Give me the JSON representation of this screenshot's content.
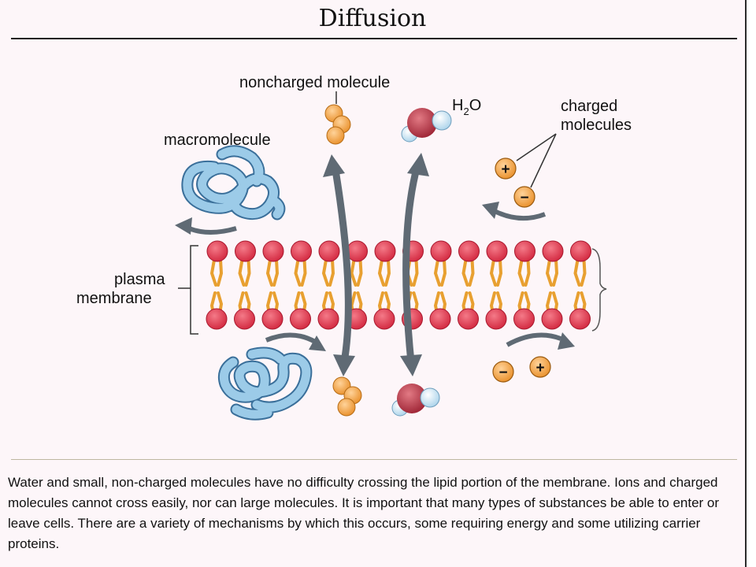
{
  "title": "Diffusion",
  "labels": {
    "noncharged": "noncharged molecule",
    "water_main": "H",
    "water_sub": "2",
    "water_end": "O",
    "charged_line1": "charged",
    "charged_line2": "molecules",
    "macromolecule": "macromolecule",
    "membrane_line1": "plasma",
    "membrane_line2": "membrane"
  },
  "charge_symbols": {
    "plus": "+",
    "minus": "−"
  },
  "colors": {
    "phospholipid_head": "#e03a4f",
    "lipid_tail": "#e8a030",
    "molecule_orange": "#f2a340",
    "macromolecule_blue": "#9ccbe8",
    "arrow_gray": "#5f6a74",
    "water_red": "#b3303f",
    "water_light": "#cfe6f2"
  },
  "caption": "Water and small, non-charged molecules have no difficulty crossing the lipid portion of the membrane. Ions and charged molecules cannot cross easily, nor can large molecules. It is important that many types of substances be able to enter or leave cells. There are a variety of mechanisms by which this occurs, some  requiring energy and some utilizing carrier proteins."
}
